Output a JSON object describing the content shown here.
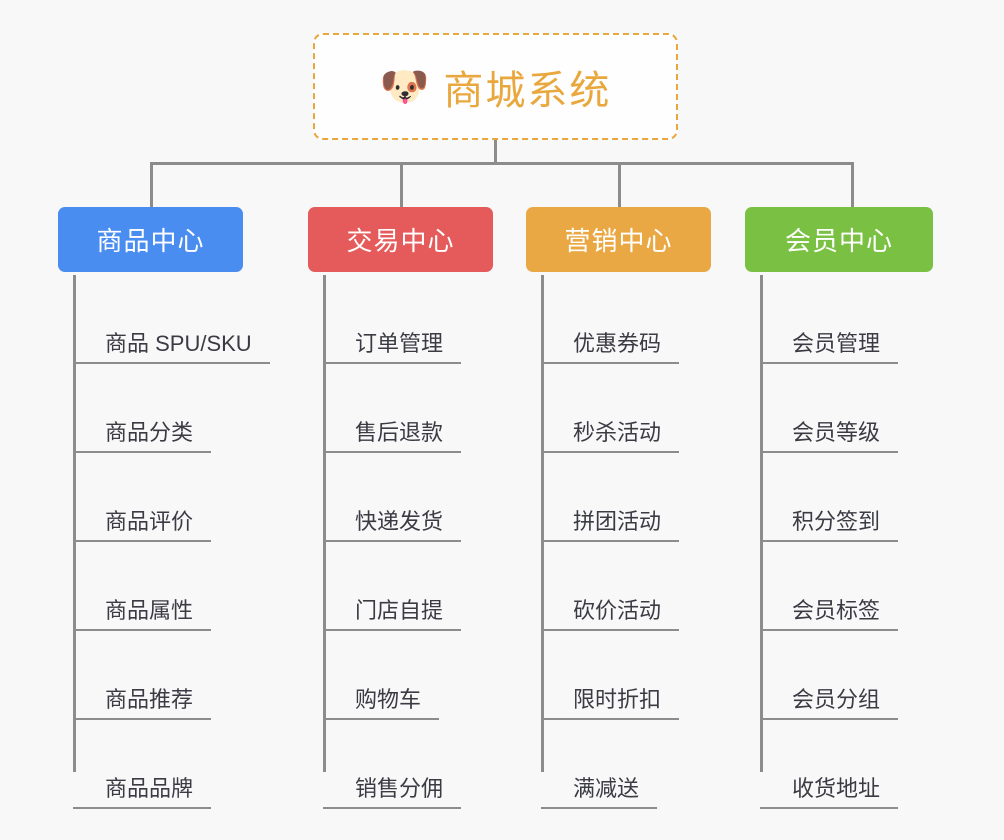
{
  "root": {
    "icon": "shiba-dog-emoji",
    "icon_glyph": "🐶",
    "title": "商城系统",
    "border_color": "#e9a83e",
    "text_color": "#e9a83e",
    "background": "#fefefe"
  },
  "canvas": {
    "background": "#f8f8f8",
    "connector_color": "#8c8c8c"
  },
  "branches": [
    {
      "title": "商品中心",
      "color": "#4a8df0",
      "items": [
        "商品 SPU/SKU",
        "商品分类",
        "商品评价",
        "商品属性",
        "商品推荐",
        "商品品牌"
      ]
    },
    {
      "title": "交易中心",
      "color": "#e55a5a",
      "items": [
        "订单管理",
        "售后退款",
        "快递发货",
        "门店自提",
        "购物车",
        "销售分佣"
      ]
    },
    {
      "title": "营销中心",
      "color": "#eaa845",
      "items": [
        "优惠券码",
        "秒杀活动",
        "拼团活动",
        "砍价活动",
        "限时折扣",
        "满减送"
      ]
    },
    {
      "title": "会员中心",
      "color": "#7ac143",
      "items": [
        "会员管理",
        "会员等级",
        "积分签到",
        "会员标签",
        "会员分组",
        "收货地址"
      ]
    }
  ]
}
